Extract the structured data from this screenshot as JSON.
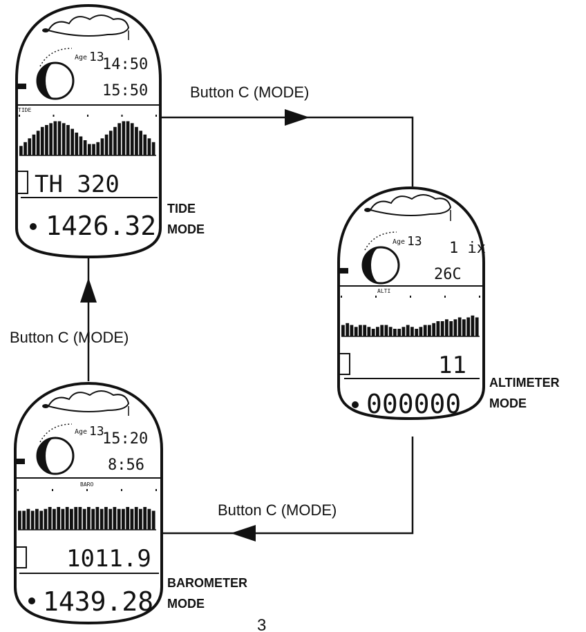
{
  "colors": {
    "ink": "#111111",
    "paper": "#ffffff"
  },
  "arrows": {
    "tide_to_altimeter": "Button C (MODE)",
    "altimeter_to_barometer": "Button C (MODE)",
    "barometer_to_tide": "Button C (MODE)"
  },
  "watches": {
    "tide": {
      "mode_line1": "TIDE",
      "mode_line2": "MODE",
      "age_label": "Age",
      "age_value": "13",
      "top_time": "14:50",
      "second_time": "15:50",
      "graph_label": "TIDE",
      "mid_text": "TH  320",
      "bottom_text": "1426.32",
      "graph_levels": [
        0.25,
        0.35,
        0.45,
        0.55,
        0.65,
        0.75,
        0.8,
        0.85,
        0.9,
        0.9,
        0.85,
        0.8,
        0.7,
        0.6,
        0.5,
        0.4,
        0.3,
        0.3,
        0.35,
        0.45,
        0.55,
        0.65,
        0.75,
        0.85,
        0.9,
        0.9,
        0.85,
        0.75,
        0.65,
        0.55,
        0.45,
        0.35
      ]
    },
    "altimeter": {
      "mode_line1": "ALTIMETER",
      "mode_line2": "MODE",
      "age_label": "Age",
      "age_value": "13",
      "top_time": "1 ix",
      "second_time": "26C",
      "graph_label": "ALTI",
      "mid_text": "11",
      "bottom_text": "000000",
      "graph_levels": [
        0.3,
        0.35,
        0.3,
        0.25,
        0.3,
        0.3,
        0.25,
        0.2,
        0.25,
        0.3,
        0.3,
        0.25,
        0.2,
        0.2,
        0.25,
        0.3,
        0.25,
        0.2,
        0.25,
        0.3,
        0.3,
        0.35,
        0.4,
        0.4,
        0.45,
        0.4,
        0.45,
        0.5,
        0.45,
        0.5,
        0.55,
        0.5
      ]
    },
    "barometer": {
      "mode_line1": "BAROMETER",
      "mode_line2": "MODE",
      "age_label": "Age",
      "age_value": "13",
      "top_time": "15:20",
      "second_time": "8:56",
      "graph_label": "BARO",
      "mid_text": "1011.9",
      "bottom_text": "1439.28",
      "graph_levels": [
        0.5,
        0.5,
        0.55,
        0.5,
        0.55,
        0.5,
        0.55,
        0.6,
        0.55,
        0.6,
        0.55,
        0.6,
        0.55,
        0.6,
        0.6,
        0.55,
        0.6,
        0.55,
        0.6,
        0.55,
        0.6,
        0.55,
        0.6,
        0.55,
        0.55,
        0.6,
        0.55,
        0.6,
        0.55,
        0.6,
        0.55,
        0.5
      ]
    }
  },
  "page_number": "3"
}
